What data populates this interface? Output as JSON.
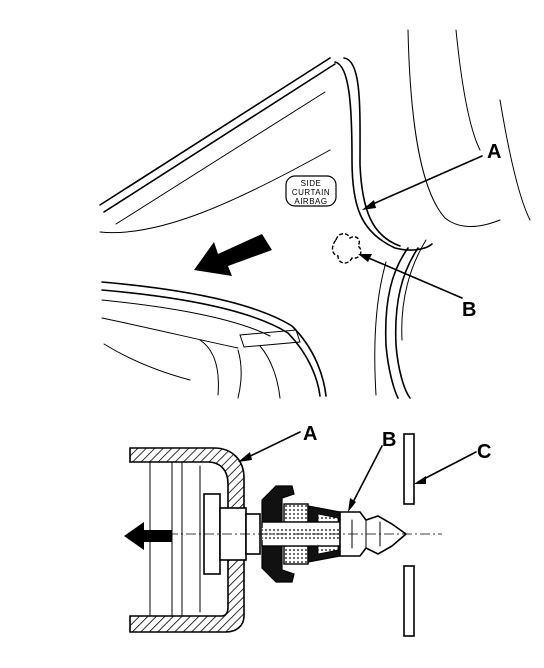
{
  "top_view": {
    "label_a": "A",
    "label_b": "B",
    "badge_line1": "SIDE",
    "badge_line2": "CURTAIN",
    "badge_line3": "AIRBAG"
  },
  "bottom_view": {
    "label_a": "A",
    "label_b": "B",
    "label_c": "C"
  }
}
